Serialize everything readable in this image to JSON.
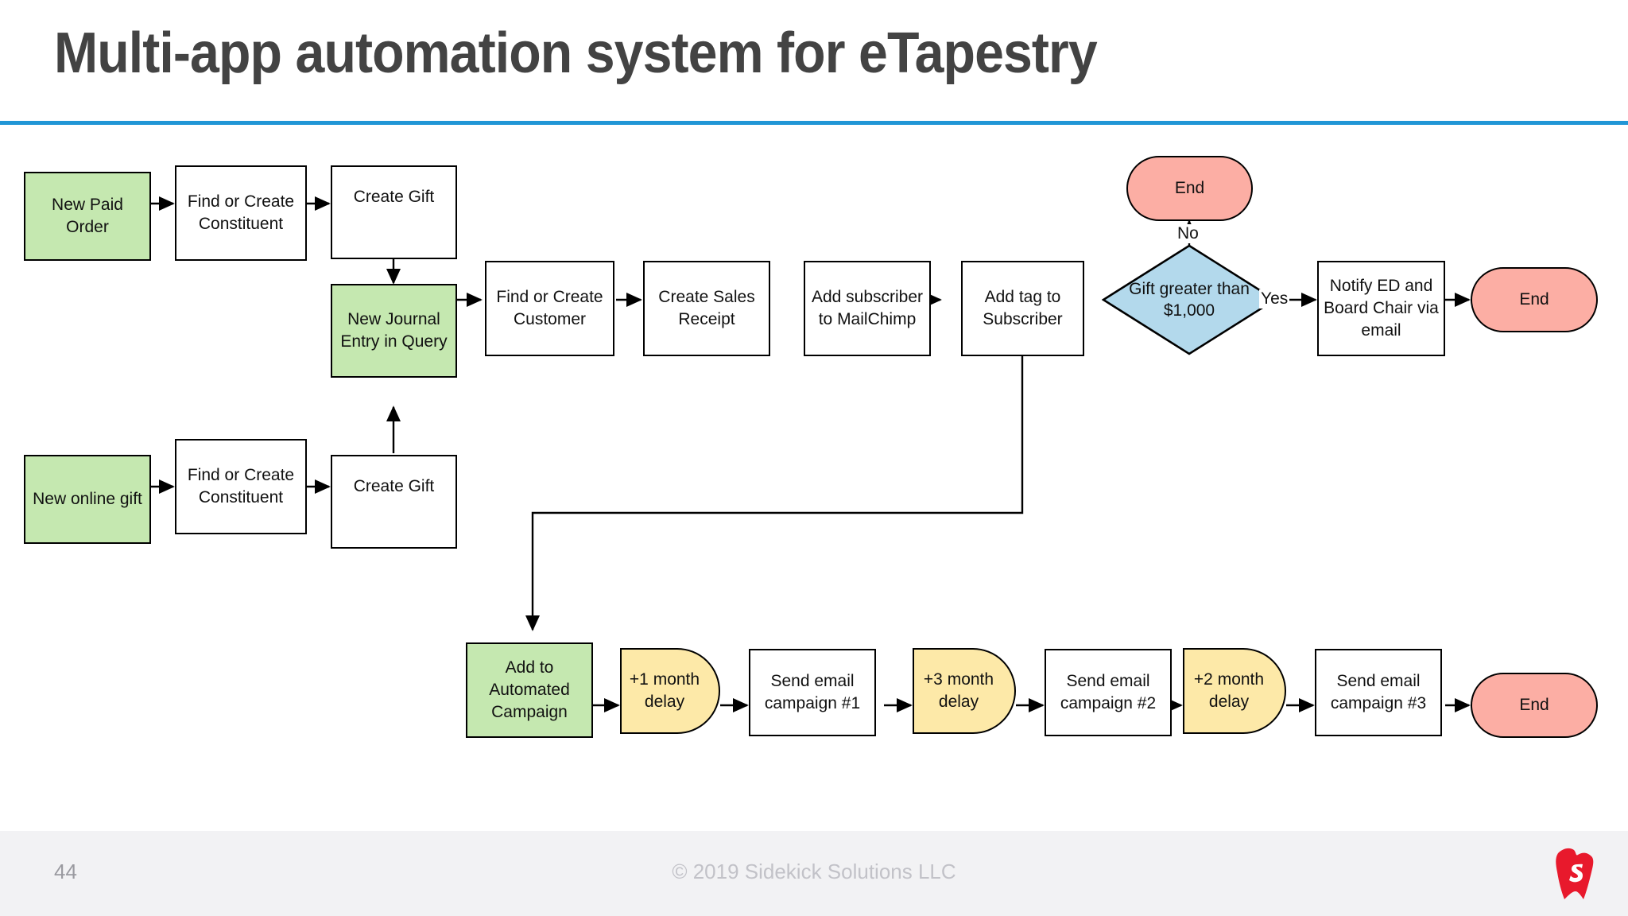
{
  "slide": {
    "title": "Multi-app automation system for eTapestry",
    "accent_color": "#2196d6",
    "title_color": "#434343"
  },
  "palette": {
    "start_green": "#c5e8b0",
    "process_white": "#ffffff",
    "terminator_red": "#fcaea4",
    "delay_yellow": "#fde9a8",
    "decision_blue": "#b3d9ec",
    "stroke": "#000000"
  },
  "flowchart": {
    "type": "flowchart",
    "rows": {
      "paid_order_row": [
        {
          "id": "new-paid-order",
          "label": "New Paid Order",
          "shape": "process",
          "fill": "start_green"
        },
        {
          "id": "find-or-create-constituent-1",
          "label": "Find or Create Constituent",
          "shape": "process",
          "fill": "process_white"
        },
        {
          "id": "create-gift-1",
          "label": "Create Gift",
          "shape": "process",
          "fill": "process_white"
        }
      ],
      "main_row": [
        {
          "id": "new-journal-entry-in-query",
          "label": "New Journal Entry in Query",
          "shape": "process",
          "fill": "start_green"
        },
        {
          "id": "find-or-create-customer",
          "label": "Find or Create Customer",
          "shape": "process",
          "fill": "process_white"
        },
        {
          "id": "create-sales-receipt",
          "label": "Create Sales Receipt",
          "shape": "process",
          "fill": "process_white"
        },
        {
          "id": "add-subscriber-to-mailchimp",
          "label": "Add subscriber to MailChimp",
          "shape": "process",
          "fill": "process_white"
        },
        {
          "id": "add-tag-to-subscriber",
          "label": "Add tag to Subscriber",
          "shape": "process",
          "fill": "process_white"
        },
        {
          "id": "gift-greater-than-1000",
          "label": "Gift greater than $1,000",
          "shape": "decision",
          "fill": "decision_blue"
        },
        {
          "id": "notify-ed-and-board-chair",
          "label": "Notify ED and Board Chair via email",
          "shape": "process",
          "fill": "process_white"
        },
        {
          "id": "end-notify",
          "label": "End",
          "shape": "terminator",
          "fill": "terminator_red"
        }
      ],
      "online_gift_row": [
        {
          "id": "new-online-gift",
          "label": "New online gift",
          "shape": "process",
          "fill": "start_green"
        },
        {
          "id": "find-or-create-constituent-2",
          "label": "Find or Create Constituent",
          "shape": "process",
          "fill": "process_white"
        },
        {
          "id": "create-gift-2",
          "label": "Create Gift",
          "shape": "process",
          "fill": "process_white"
        }
      ],
      "campaign_row": [
        {
          "id": "add-to-automated-campaign",
          "label": "Add to Automated Campaign",
          "shape": "process",
          "fill": "start_green"
        },
        {
          "id": "delay-1-month",
          "label": "+1 month delay",
          "shape": "delay",
          "fill": "delay_yellow"
        },
        {
          "id": "send-email-campaign-1",
          "label": "Send email campaign #1",
          "shape": "process",
          "fill": "process_white"
        },
        {
          "id": "delay-3-month",
          "label": "+3 month delay",
          "shape": "delay",
          "fill": "delay_yellow"
        },
        {
          "id": "send-email-campaign-2",
          "label": "Send email campaign #2",
          "shape": "process",
          "fill": "process_white"
        },
        {
          "id": "delay-2-month",
          "label": "+2 month delay",
          "shape": "delay",
          "fill": "delay_yellow"
        },
        {
          "id": "send-email-campaign-3",
          "label": "Send email campaign #3",
          "shape": "process",
          "fill": "process_white"
        },
        {
          "id": "end-campaign",
          "label": "End",
          "shape": "terminator",
          "fill": "terminator_red"
        }
      ]
    },
    "terminators": {
      "end_no_branch": "End"
    },
    "edge_labels": {
      "no": "No",
      "yes": "Yes"
    },
    "node_text": {
      "new_paid_order": "New Paid Order",
      "find_create_constituent_1": "Find or Create Constituent",
      "create_gift_1": "Create Gift",
      "new_journal_entry": "New Journal Entry in Query",
      "find_create_customer": "Find or Create Customer",
      "create_sales_receipt": "Create Sales Receipt",
      "add_subscriber_mailchimp": "Add subscriber to MailChimp",
      "add_tag_subscriber": "Add tag to Subscriber",
      "decision_gift": "Gift greater than $1,000",
      "notify_ed": "Notify ED and Board Chair via email",
      "end_top": "End",
      "end_right": "End",
      "new_online_gift": "New online gift",
      "find_create_constituent_2": "Find or Create Constituent",
      "create_gift_2": "Create Gift",
      "add_to_automated_campaign": "Add to Automated Campaign",
      "delay_1": "+1 month delay",
      "send_email_1": "Send email campaign #1",
      "delay_3": "+3 month delay",
      "send_email_2": "Send email campaign #2",
      "delay_2": "+2 month delay",
      "send_email_3": "Send email campaign #3",
      "end_bottom": "End"
    }
  },
  "footer": {
    "page_number": "44",
    "copyright": "© 2019 Sidekick Solutions LLC",
    "logo": "sidekick-s-logo"
  }
}
